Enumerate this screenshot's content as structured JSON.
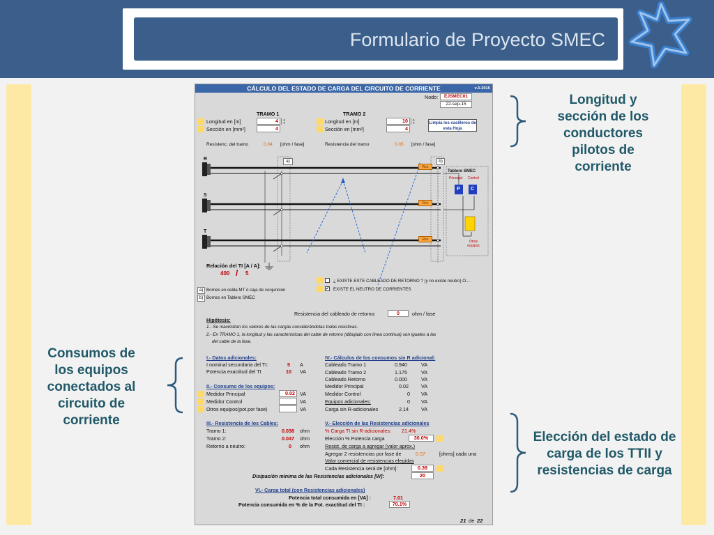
{
  "header": {
    "title": "Formulario de Proyecto SMEC"
  },
  "annotations": {
    "top_right": "Longitud y sección de los conductores pilotos de corriente",
    "left": "Consumos de los equipos conectados al circuito de corriente",
    "bottom_right": "Elección del estado de carga de los TTII y resistencias de carga"
  },
  "form": {
    "title": "CÁLCULO DEL ESTADO DE CARGA DEL CIRCUITO DE CORRIENTE",
    "version": "v.3-2015",
    "node_label": "Nodo:",
    "node_value": "EJSMEC01",
    "date": "22-sep-15",
    "clear_button": "Limpia los casilleros de esta Hoja",
    "tramo1": {
      "title": "TRAMO 1",
      "length_label": "Longitud en [m]",
      "length_value": "4",
      "section_label": "Sección en [mm²]",
      "section_value": "4",
      "resistance_label": "Resistenc. del tramo",
      "resistance_value": "0.04",
      "resistance_unit": "[ohm / fase]"
    },
    "tramo2": {
      "title": "TRAMO 2",
      "length_label": "Longitud en [m]",
      "length_value": "10",
      "section_label": "Sección en [mm²]",
      "section_value": "4",
      "resistance_label": "Resistencia del tramo",
      "resistance_value": "0.05",
      "resistance_unit": "[ohm / fase]"
    },
    "circuit": {
      "phase_r": "R",
      "phase_s": "S",
      "phase_t": "T",
      "point_a": "a)",
      "point_b": "b)",
      "res_label": "Res",
      "panel_title": "Tablero SMEC",
      "principal": "Principal",
      "control": "Control",
      "p": "P",
      "c": "C",
      "otros_equipos": "Otros equipos"
    },
    "ti_ratio": {
      "label": "Relación del TI [A / A]:",
      "primary": "400",
      "separator": "/",
      "secondary": "5"
    },
    "checkboxes": {
      "return_cable": "¿ EXISTE ESTE CABLEADO DE RETORNO ? (y no existe neutro) O....",
      "neutral": "EXISTE EL NEUTRO DE CORRIENTES",
      "neutral_mark": "✔"
    },
    "legend": {
      "a_tag": "a)",
      "a_text": "Bornes en celda MT ó caja de conjunción",
      "b_tag": "b)",
      "b_text": "Bornes en Tablero SMEC"
    },
    "return_resistance": {
      "label": "Resistencia del cableado de retorno:",
      "value": "0",
      "unit": "ohm / fase"
    },
    "hypotheses": {
      "title": "Hipótesis:",
      "line1": "1.- Se maximizan los valores de las cargas considerándolas todas resistivas.",
      "line2a": "2.- En TRAMO 1, la longitud y las características del cable de retorno (dibujado con línea continua) son iguales a las",
      "line2b": "del cable de la fase."
    },
    "section1": {
      "title": "I.- Datos adicionales:",
      "row1_label": "I nominal secundaria del TI:",
      "row1_value": "5",
      "row1_unit": "A",
      "row2_label": "Potencia exactitud del TI",
      "row2_value": "10",
      "row2_unit": "VA"
    },
    "section2": {
      "title": "II.- Consumo de los equipos:",
      "row1_label": "Medidor Principal",
      "row1_value": "0.02",
      "row1_unit": "VA",
      "row2_label": "Medidor Control",
      "row2_unit": "VA",
      "row3_label": "Otros equipos(pot.por fase)",
      "row3_unit": "VA"
    },
    "section3": {
      "title": "III.- Resistencia de los Cables:",
      "row1_label": "Tramo 1:",
      "row1_value": "0.038",
      "row1_unit": "ohm",
      "row2_label": "Tramo 2:",
      "row2_value": "0.047",
      "row2_unit": "ohm",
      "row3_label": "Retorno a neutro:",
      "row3_value": "0",
      "row3_unit": "ohm"
    },
    "section4": {
      "title": "IV.- Cálculos de los consumos sin R adicional:",
      "rows": [
        {
          "label": "Cableado Tramo 1",
          "value": "0.940",
          "unit": "VA"
        },
        {
          "label": "Cableado Tramo 2",
          "value": "1.175",
          "unit": "VA"
        },
        {
          "label": "Cableado Retorno",
          "value": "0.000",
          "unit": "VA"
        },
        {
          "label": "Medidor Principal",
          "value": "0.02",
          "unit": "VA"
        },
        {
          "label": "Medidor Control",
          "value": "0",
          "unit": "VA"
        },
        {
          "label": "Equipos adicionales:",
          "value": "0",
          "unit": "VA"
        },
        {
          "label": "Carga sin R-adicionales",
          "value": "2.14",
          "unit": "VA"
        }
      ]
    },
    "section5": {
      "title": "V.- Elección de las Resistencias adicionales",
      "row1_label": "% Carga TI sin R-adicionales:",
      "row1_value": "21.4%",
      "row2_label": "Elección % Potencia carga",
      "row2_value": "30.0%",
      "row3_label": "Resist. de carga a agregar (valor aprox.)",
      "row4_label": "Agregar 2 resistencias por fase de",
      "row4_value": "0.07",
      "row4_unit": "[ohms] cada una",
      "row5_label": "Valor comercial de resistencias elegidas",
      "row6_label": "Cada Resistencia será de [ohm]:",
      "row6_value": "0.39",
      "row7_label": "Disipación mínima de las Resistencias adicionales [W]:",
      "row7_value": "20"
    },
    "section6": {
      "title": "VI.- Carga total (con Resistencias adicionales)",
      "row1_label": "Potencia total consumida en [VA] :",
      "row1_value": "7.01",
      "row2_label": "Potencia consumida en % de la Pot. exactitud del TI :",
      "row2_value": "70.1%"
    },
    "page": {
      "current": "21",
      "of": "de",
      "total": "22"
    }
  },
  "colors": {
    "header": "#3b5f8a",
    "annotation": "#215968",
    "strip": "#fde9a4",
    "form_header": "#3b67a8"
  }
}
